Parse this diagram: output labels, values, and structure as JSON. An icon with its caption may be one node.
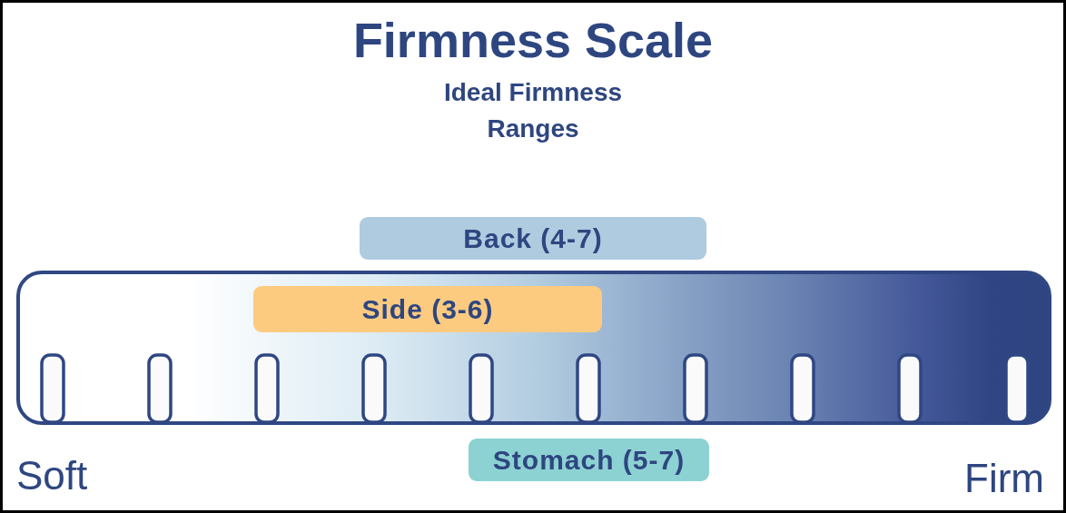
{
  "diagram": {
    "title": "Firmness Scale",
    "nodes": [
      {
        "text": [
          "Back (4-7)"
        ]
      },
      {
        "text": [
          "Side (3-6)"
        ]
      },
      {
        "text": [
          "Stomach (5-7)"
        ]
      }
    ],
    "edges": [],
    "labels": [
      "Ideal Firmness Ranges",
      "Soft",
      "Firm"
    ]
  }
}
